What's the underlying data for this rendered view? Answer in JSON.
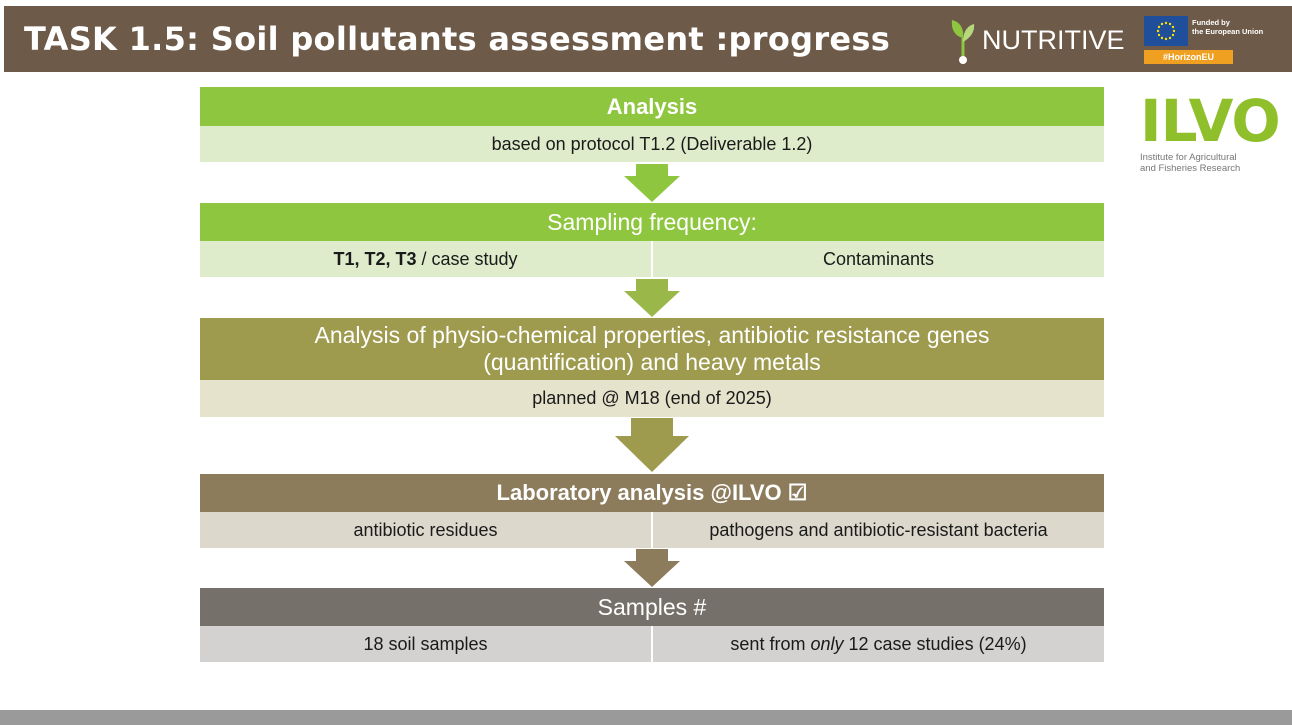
{
  "header": {
    "title": "TASK 1.5: Soil pollutants assessment :progress",
    "nutritive_label": "NUTRITIVE",
    "eu_funding_line1": "Funded by",
    "eu_funding_line2": "the European Union",
    "eu_hashtag": "#HorizonEU"
  },
  "ilvo": {
    "name": "ILVO",
    "subtitle_line1": "Institute for Agricultural",
    "subtitle_line2": "and Fisheries Research"
  },
  "flow": {
    "analysis": {
      "title": "Analysis",
      "detail": "based on protocol T1.2 (Deliverable 1.2)"
    },
    "sampling": {
      "title": "Sampling frequency:",
      "left_bold": "T1, T2, T3",
      "left_rest": " / case study",
      "right": "Contaminants"
    },
    "physio": {
      "title_line1": "Analysis of physio-chemical properties, antibiotic resistance genes",
      "title_line2": "(quantification) and heavy metals",
      "detail": "planned @ M18 (end of 2025)"
    },
    "laboratory": {
      "title": "Laboratory analysis @ILVO ☑",
      "left": "antibiotic residues",
      "right": "pathogens and antibiotic-resistant bacteria"
    },
    "samples": {
      "title": "Samples #",
      "left": "18 soil samples",
      "right_prefix": "sent from ",
      "right_italic": "only",
      "right_suffix": " 12 case studies (24%)"
    }
  },
  "colors": {
    "header_bg": "#6e5a48",
    "green": "#8fc63f",
    "green_light": "#dfeccb",
    "olive": "#9e9a4e",
    "olive_light": "#e5e3cb",
    "brown": "#8c7c5c",
    "brown_light": "#ddd8cc",
    "gray": "#757069",
    "gray_light": "#d4d2d0"
  },
  "icons": [
    "nutritive-sprout-icon",
    "eu-flag-icon",
    "checkbox-icon",
    "arrow-down-icon"
  ]
}
